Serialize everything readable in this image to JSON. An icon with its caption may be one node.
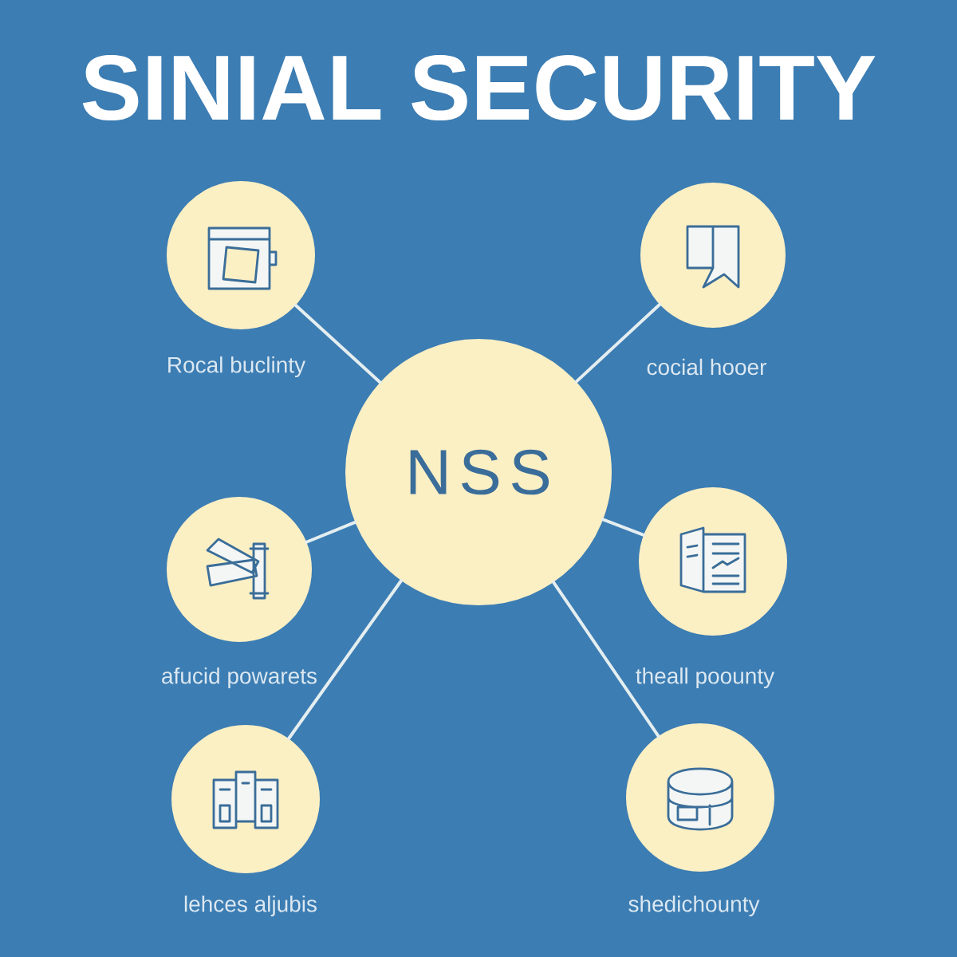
{
  "diagram": {
    "title": "SINIAL SECURITY",
    "nodes": [
      {
        "text": [],
        "shape": "circle",
        "beside": [
          "Rocal buclinty"
        ]
      },
      {
        "text": [],
        "shape": "circle",
        "beside": [
          "cocial hooer"
        ]
      },
      {
        "text": [
          "NSS"
        ]
      },
      {
        "text": [],
        "shape": "circle",
        "beside": [
          "afucid powarets"
        ]
      },
      {
        "text": [],
        "shape": "circle",
        "beside": [
          "theall poounty"
        ]
      },
      {
        "text": [],
        "shape": "circle",
        "beside": [
          "lehces aljubis"
        ]
      },
      {
        "text": [],
        "shape": "circle",
        "beside": [
          "shedichounty"
        ]
      }
    ],
    "edges": [
      {
        "from": 2,
        "to": 0,
        "arrow": "none"
      },
      {
        "from": 2,
        "to": 1,
        "arrow": "none"
      },
      {
        "from": 2,
        "to": 3,
        "arrow": "none"
      },
      {
        "from": 2,
        "to": 4,
        "arrow": "none"
      },
      {
        "from": 2,
        "to": 5,
        "arrow": "none"
      },
      {
        "from": 2,
        "to": 6,
        "arrow": "none"
      }
    ]
  }
}
